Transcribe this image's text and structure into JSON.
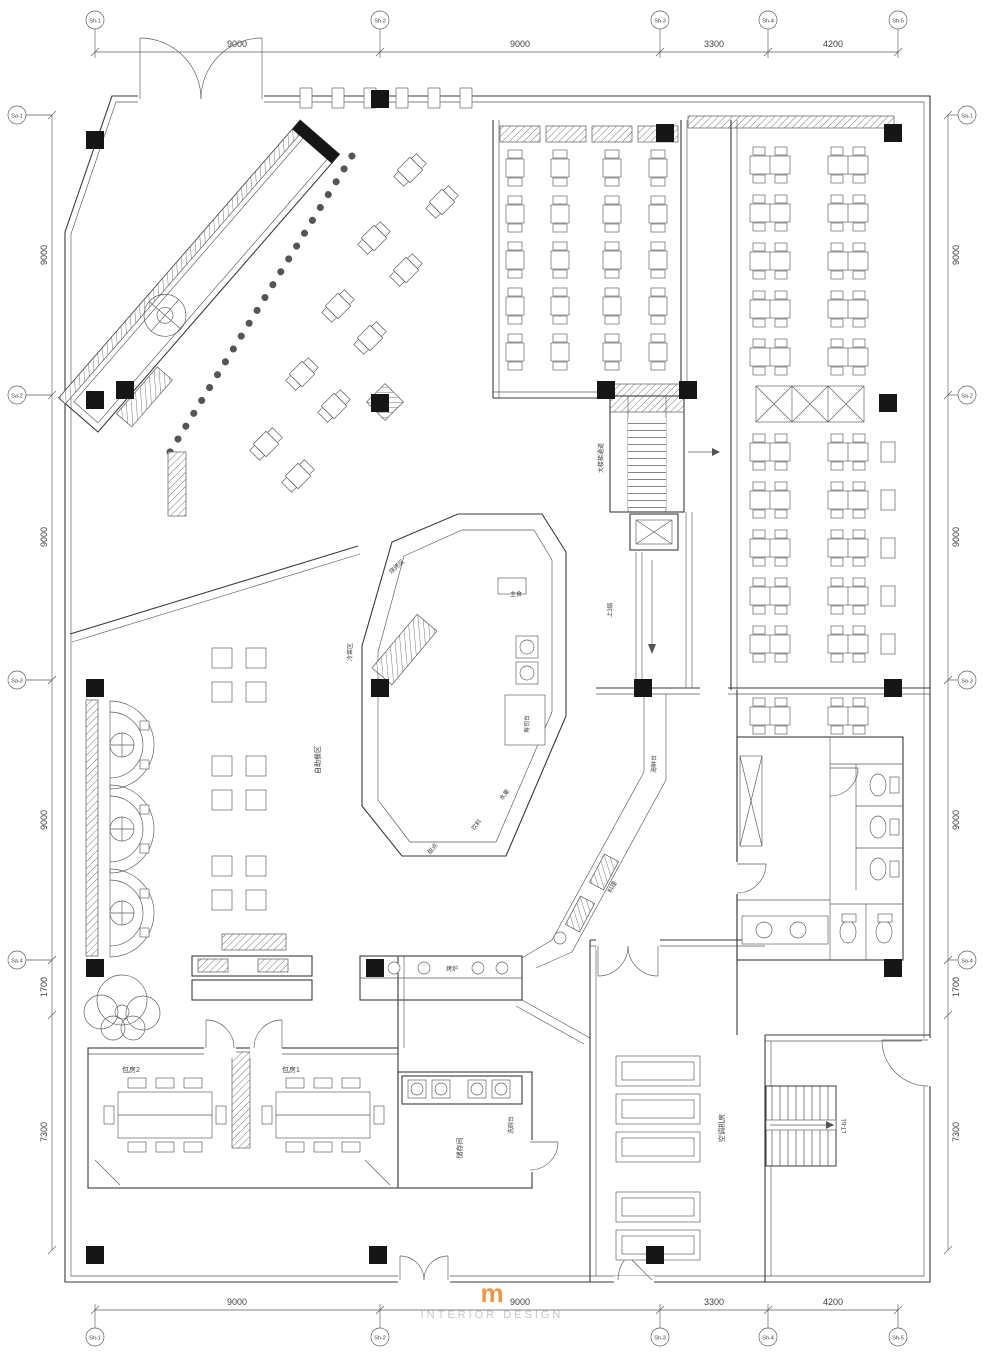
{
  "drawing": {
    "axes": {
      "cols": [
        "Sh-1",
        "Sh-2",
        "Sh-3",
        "Sh-4",
        "Sh-5"
      ],
      "rows": [
        "Sa-1",
        "Sa-2",
        "Sa-3",
        "Sa-4"
      ]
    },
    "dims": {
      "top": [
        "9000",
        "9000",
        "3300",
        "4200"
      ],
      "left": [
        "9000",
        "9000",
        "9000",
        "1700",
        "7300"
      ]
    },
    "labels": {
      "escalator_corridor": "大楼梯通道",
      "up_to_3f": "上3层",
      "buffet_area": "自助餐区",
      "grill": "烧烤区",
      "cold_dishes": "冷菜区",
      "staple_food": "主食",
      "sushi_bar": "寿司台",
      "fruit": "水果",
      "drinks": "饮料",
      "dessert": "甜点",
      "seafood_bar": "海鲜台",
      "cooking": "料理",
      "stove": "烤炉",
      "private_room_1": "包房1",
      "private_room_2": "包房2",
      "dishwash": "洗碗台",
      "storage": "储存间",
      "ac_plant_room": "空调机房",
      "stair_id": "LT-b1"
    }
  },
  "watermark": {
    "logo": "m",
    "title": "INTERIOR DESIGN"
  }
}
